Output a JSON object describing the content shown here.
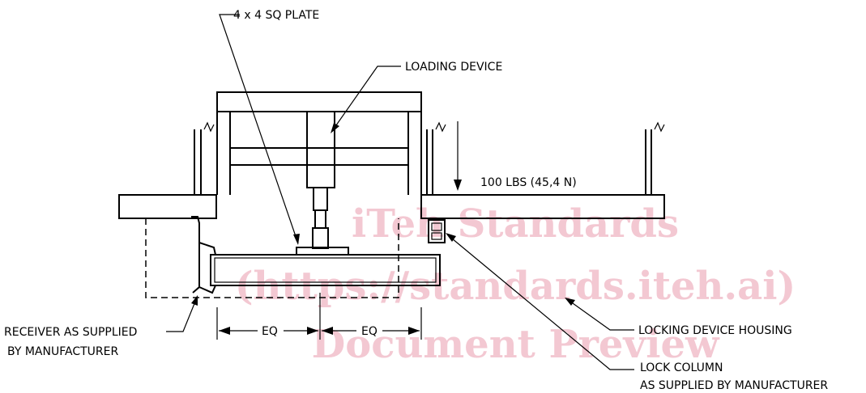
{
  "labels": {
    "plate": "4 x 4 SQ PLATE",
    "loading_device": "LOADING DEVICE",
    "load": "100 LBS   (45,4  N)",
    "receiver_line1": "RECEIVER AS SUPPLIED",
    "receiver_line2": "BY MANUFACTURER",
    "eq_left": "EQ",
    "eq_right": "EQ",
    "housing": "LOCKING DEVICE HOUSING",
    "lock_line1": "LOCK COLUMN",
    "lock_line2": "AS SUPPLIED BY MANUFACTURER"
  },
  "watermark": {
    "line1": "iTeh Standards",
    "line2": "(https://standards.iteh.ai)",
    "line3": "Document Preview",
    "color": "#f3c8d2"
  }
}
